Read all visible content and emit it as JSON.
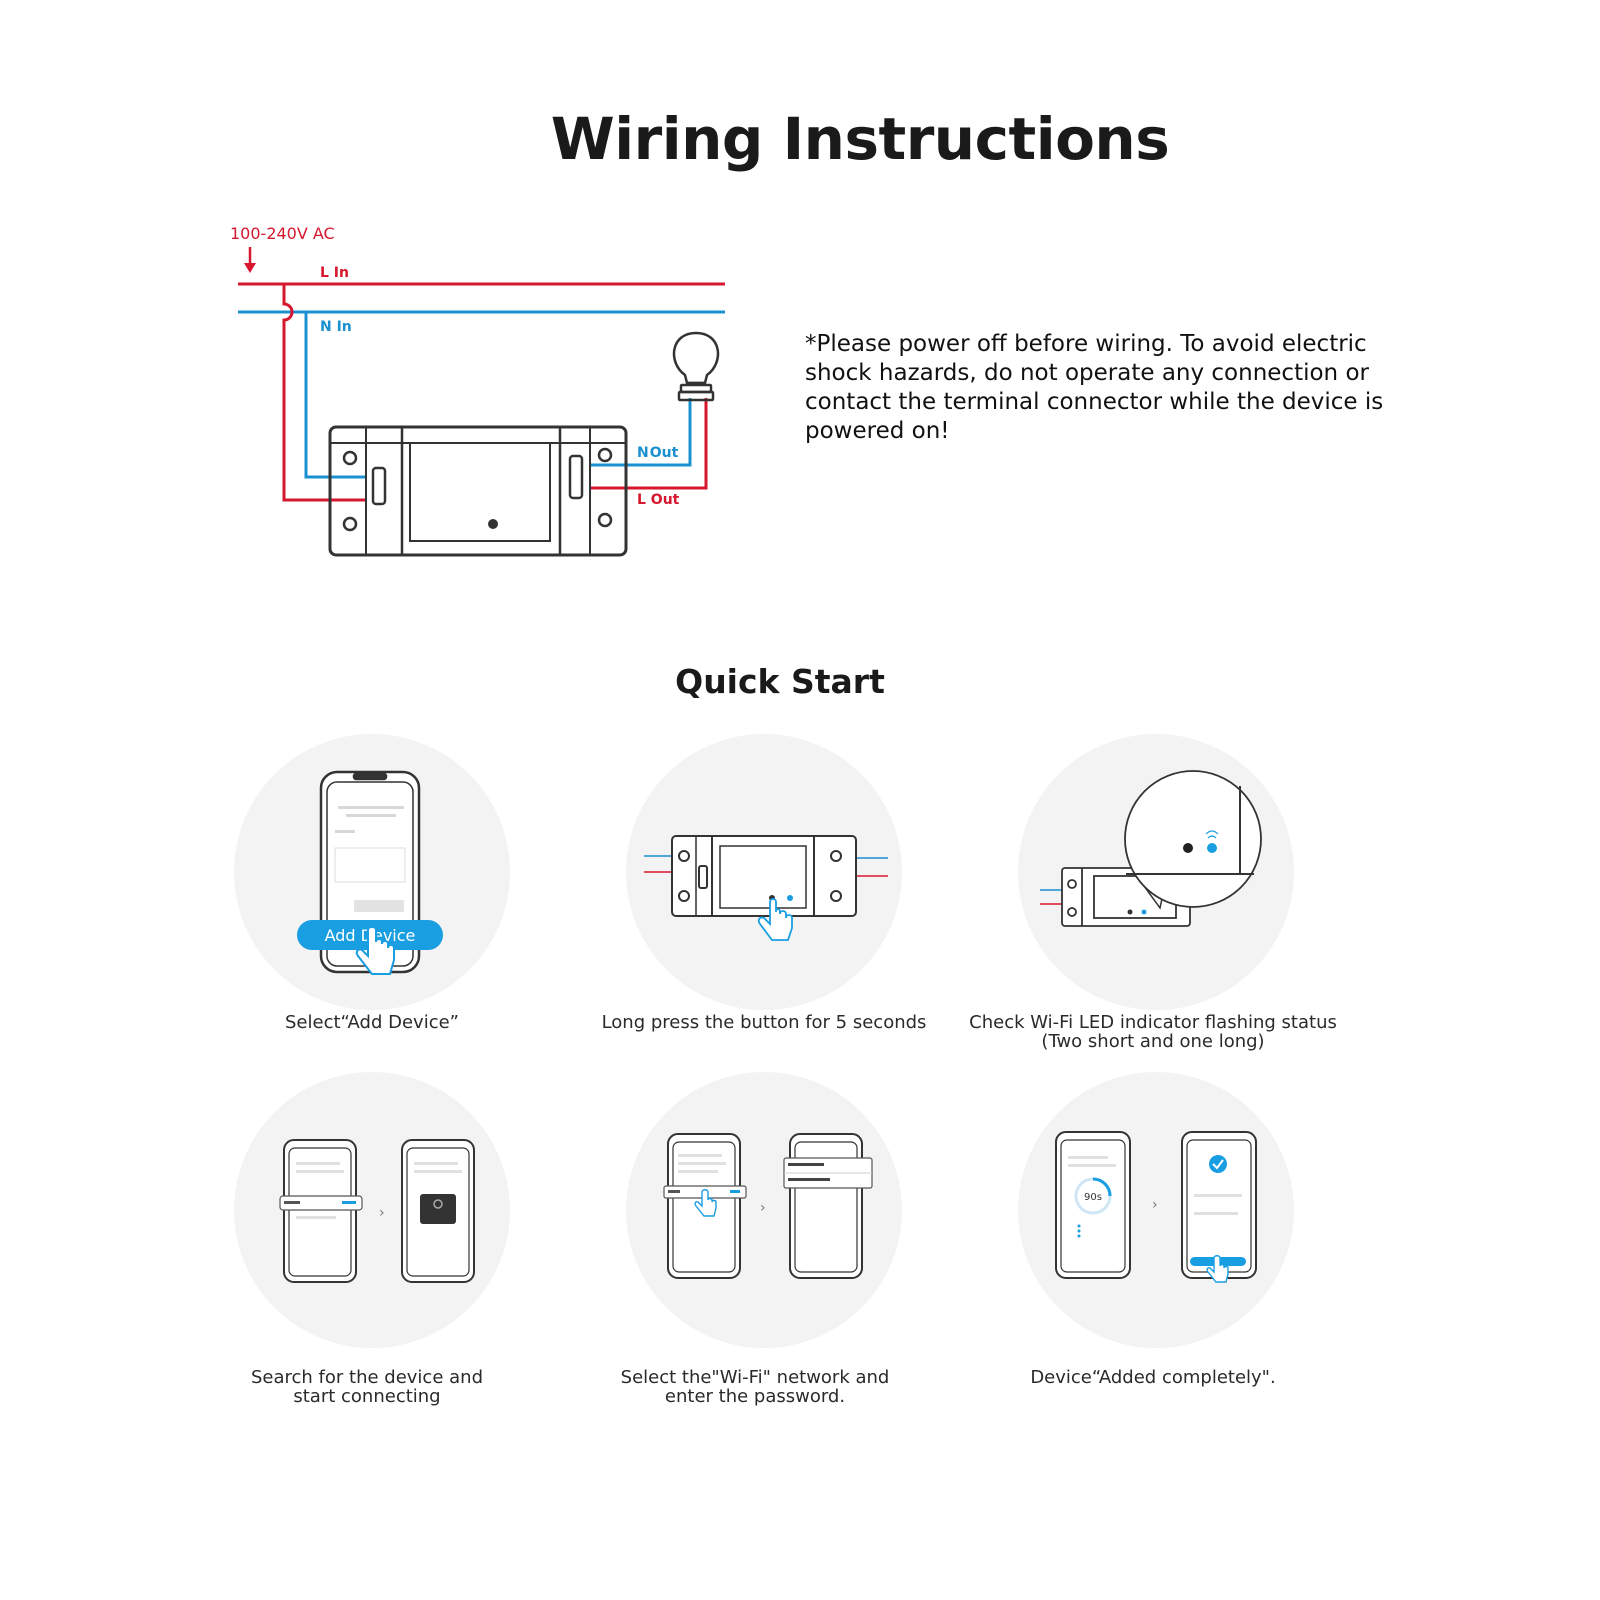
{
  "title": "Wiring Instructions",
  "wiring": {
    "voltage_label": "100-240V AC",
    "l_in": "L In",
    "n_in": "N In",
    "n_out_n": "N",
    "n_out_rest": "Out",
    "l_out": "L Out",
    "colors": {
      "live": "#d7172e",
      "neutral": "#1a90cf",
      "device": "#333333"
    }
  },
  "warning": "*Please power off before wiring. To avoid electric shock hazards, do not operate any connection or contact the terminal connector while the device is powered on!",
  "quick_start": {
    "title": "Quick Start",
    "steps": [
      {
        "lines": [
          "Select“Add Device”"
        ],
        "button_label": "Add Device"
      },
      {
        "lines": [
          "Long press the button for 5 seconds"
        ]
      },
      {
        "lines": [
          "Check Wi-Fi LED indicator flashing status",
          "(Two short and one long)"
        ]
      },
      {
        "lines": [
          "Search for the device and",
          "start connecting"
        ]
      },
      {
        "lines": [
          "Select the\"Wi-Fi\" network and",
          "enter the password."
        ]
      },
      {
        "lines": [
          "Device“Added completely\"."
        ],
        "timer": "90s"
      }
    ]
  },
  "accent_color": "#1a9ee2"
}
